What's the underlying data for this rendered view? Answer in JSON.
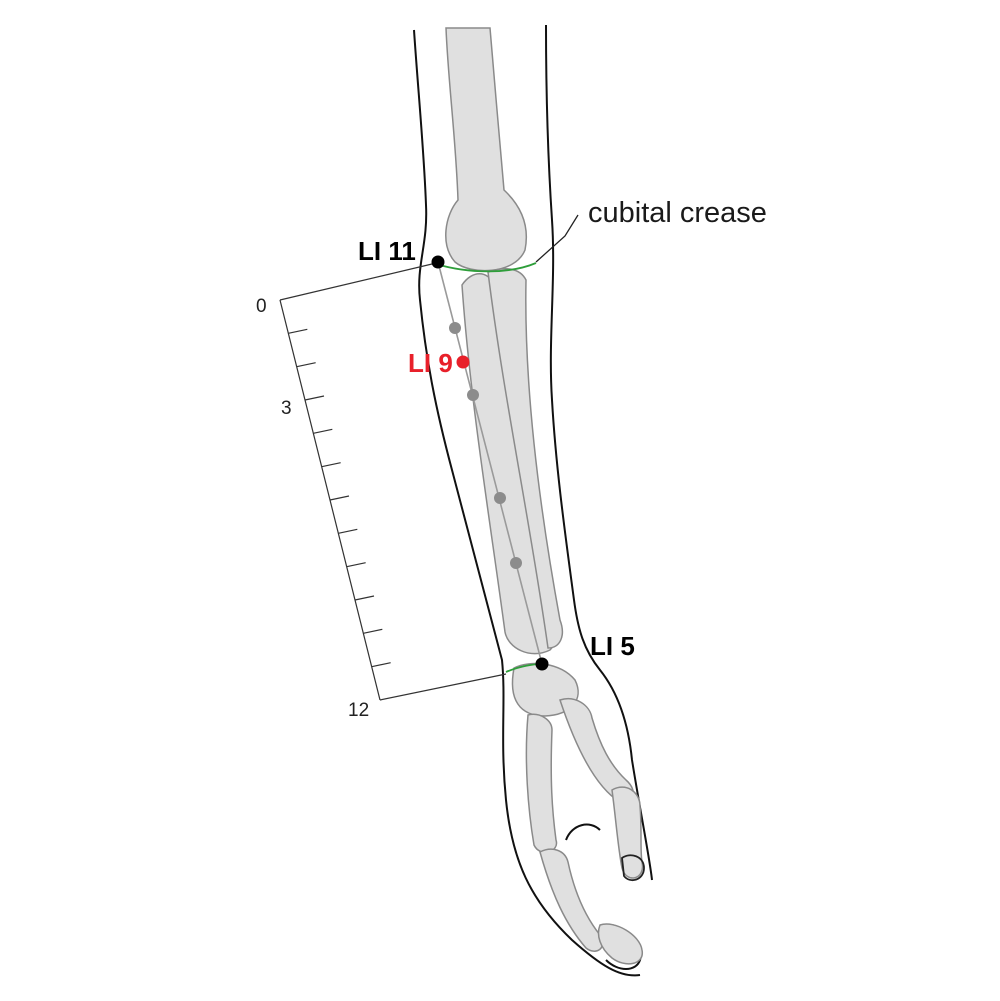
{
  "colors": {
    "outline": "#111111",
    "bone_fill": "#e0e0e0",
    "bone_stroke": "#8a8a8a",
    "crease": "#2e9e3a",
    "point_black": "#000000",
    "point_gray": "#8c8c8c",
    "highlight": "#e8202a"
  },
  "annotations": {
    "cubital_crease": "cubital crease"
  },
  "points": {
    "li11": {
      "label": "LI 11",
      "kind": "primary"
    },
    "li9": {
      "label": "LI 9",
      "kind": "highlight"
    },
    "li5": {
      "label": "LI 5",
      "kind": "primary"
    },
    "intermediate_count": 4
  },
  "scale": {
    "ticks": [
      {
        "value": 0,
        "label": "0"
      },
      {
        "value": 1,
        "label": ""
      },
      {
        "value": 2,
        "label": ""
      },
      {
        "value": 3,
        "label": "3"
      },
      {
        "value": 4,
        "label": ""
      },
      {
        "value": 5,
        "label": ""
      },
      {
        "value": 6,
        "label": ""
      },
      {
        "value": 7,
        "label": ""
      },
      {
        "value": 8,
        "label": ""
      },
      {
        "value": 9,
        "label": ""
      },
      {
        "value": 10,
        "label": ""
      },
      {
        "value": 11,
        "label": ""
      },
      {
        "value": 12,
        "label": "12"
      }
    ]
  }
}
